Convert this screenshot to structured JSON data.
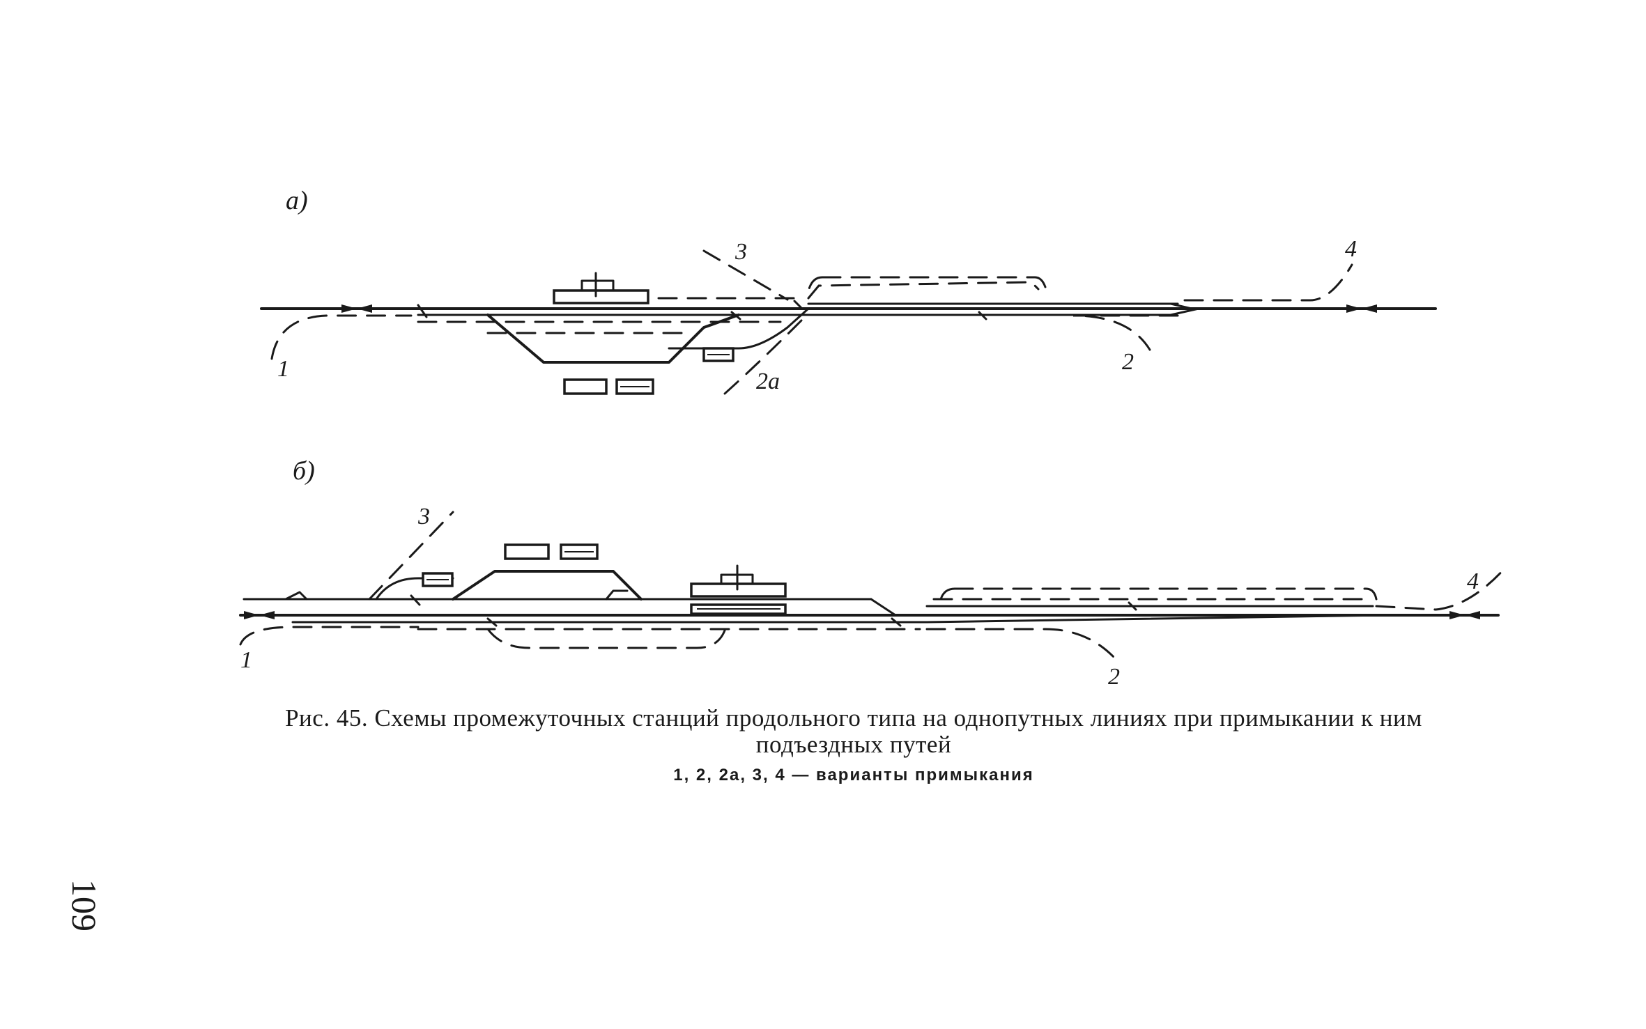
{
  "panels": [
    {
      "letter": "а)",
      "labels": {
        "variant_1": "1",
        "variant_2": "2",
        "variant_2a": "2а",
        "variant_3": "3",
        "variant_4": "4"
      }
    },
    {
      "letter": "б)",
      "labels": {
        "variant_1": "1",
        "variant_2": "2",
        "variant_3": "3",
        "variant_4": "4"
      }
    }
  ],
  "caption": {
    "line1": "Рис. 45. Схемы промежуточных станций продольного типа на  однопутных линиях при примыкании к ним",
    "line2": "подъездных путей",
    "subtitle": "1, 2, 2а, 3, 4 — варианты примыкания"
  },
  "page_number": "109"
}
